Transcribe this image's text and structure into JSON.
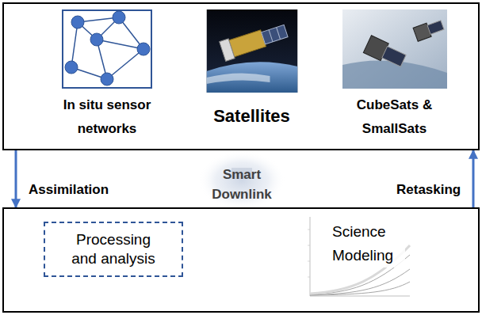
{
  "diagram": {
    "nodes": [
      {
        "text": []
      },
      {
        "text": [
          "In situ sensor networks"
        ],
        "in": 0
      },
      {
        "text": [
          "Satellites"
        ],
        "in": 0
      },
      {
        "text": [
          "CubeSats & SmallSats"
        ],
        "in": 0
      },
      {
        "text": []
      },
      {
        "text": [
          "Processing and analysis"
        ],
        "in": 4
      },
      {
        "text": [
          "Science Modeling"
        ],
        "in": 4
      }
    ],
    "edges": [
      {
        "from": 0,
        "to": 4,
        "label": "Assimilation",
        "arrow": "to"
      },
      {
        "from": 4,
        "to": 0,
        "label": "Retasking",
        "arrow": "to"
      }
    ],
    "labels": [
      "Smart Downlink"
    ]
  }
}
